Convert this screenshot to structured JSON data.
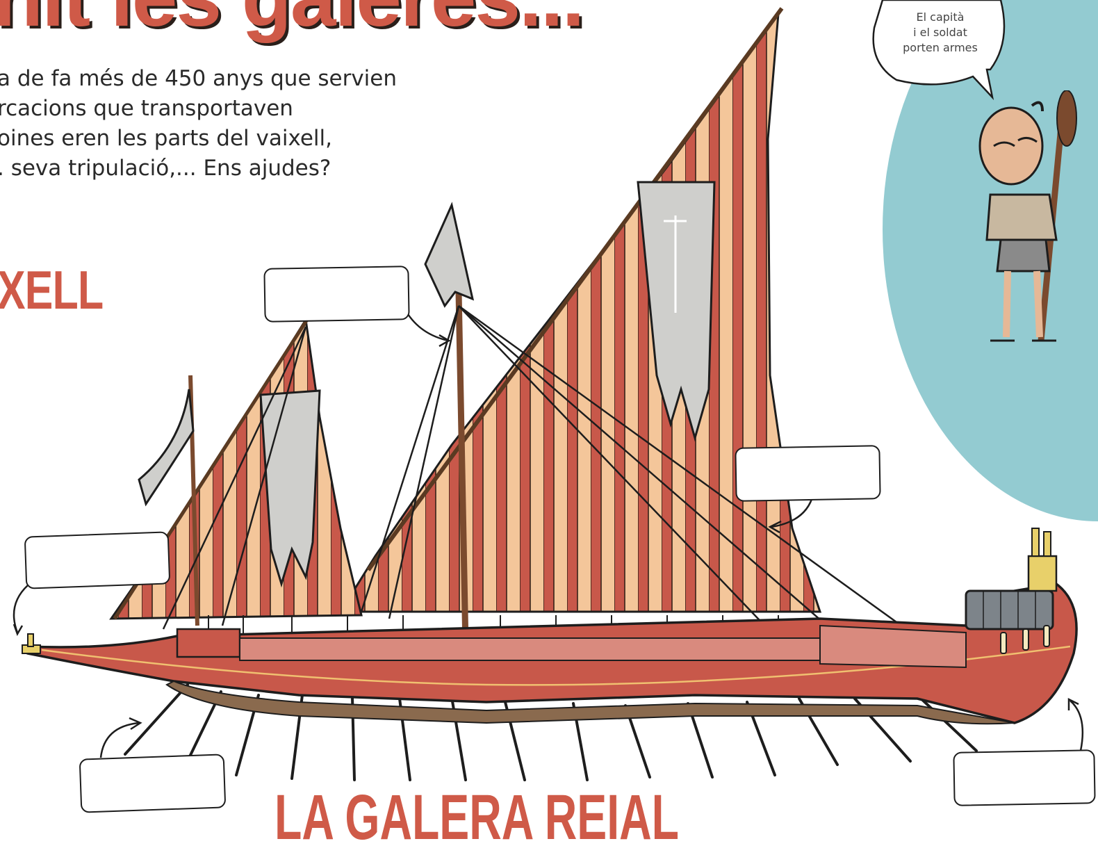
{
  "title": "nit les galeres...",
  "intro_lines": [
    "a de fa més de 450 anys que servien",
    "rcacions que transportaven",
    "oines eren les parts del vaixell,",
    ". seva tripulació,... Ens ajudes?"
  ],
  "section_heading": "XELL",
  "ship_title": "LA GALERA REIAL",
  "speech_bubble": [
    "El capità",
    "i el soldat",
    "porten armes"
  ],
  "colors": {
    "accent_red": "#cf5a48",
    "sail_stripe_light": "#f4c69a",
    "hull_red": "#c8584a",
    "teal_bg": "#93cbd1",
    "flag_gray": "#cfcfcc"
  }
}
